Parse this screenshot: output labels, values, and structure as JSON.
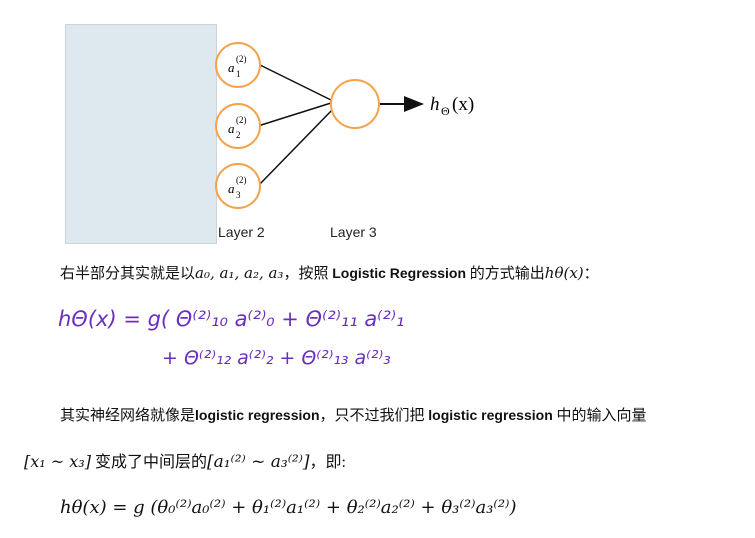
{
  "diagram": {
    "hidden_nodes": [
      {
        "base": "a",
        "sup": "(2)",
        "sub": "1"
      },
      {
        "base": "a",
        "sup": "(2)",
        "sub": "2"
      },
      {
        "base": "a",
        "sup": "(2)",
        "sub": "3"
      }
    ],
    "output_label": "h",
    "output_sub": "Θ",
    "output_arg": "(x)",
    "layer2_label": "Layer 2",
    "layer3_label": "Layer 3",
    "node_stroke": "#f4a24b"
  },
  "para1": {
    "text_a": "右半部分其实就是以",
    "math_a": "a₀, a₁, a₂, a₃",
    "text_b": "，按照",
    "term": "Logistic Regression",
    "text_c": "的方式输出",
    "math_b": "hθ(x)",
    "text_d": "："
  },
  "handwritten": {
    "line1": "hΘ(x) = g( Θ⁽²⁾₁₀ a⁽²⁾₀ + Θ⁽²⁾₁₁ a⁽²⁾₁",
    "line2": "+ Θ⁽²⁾₁₂ a⁽²⁾₂ + Θ⁽²⁾₁₃ a⁽²⁾₃"
  },
  "para2": {
    "text_a": "其实神经网络就像是",
    "term1": "logistic regression",
    "text_b": "，只不过我们把",
    "term2": "logistic regression",
    "text_c": "中的输入向量"
  },
  "para3": {
    "math_a": "[x₁ ~ x₃]",
    "text_a": "变成了中间层的",
    "math_b": "[a₁⁽²⁾ ~ a₃⁽²⁾]",
    "text_b": "，即:"
  },
  "formula": {
    "text": "hθ(x) = g (θ₀⁽²⁾a₀⁽²⁾ + θ₁⁽²⁾a₁⁽²⁾ + θ₂⁽²⁾a₂⁽²⁾ + θ₃⁽²⁾a₃⁽²⁾)"
  }
}
